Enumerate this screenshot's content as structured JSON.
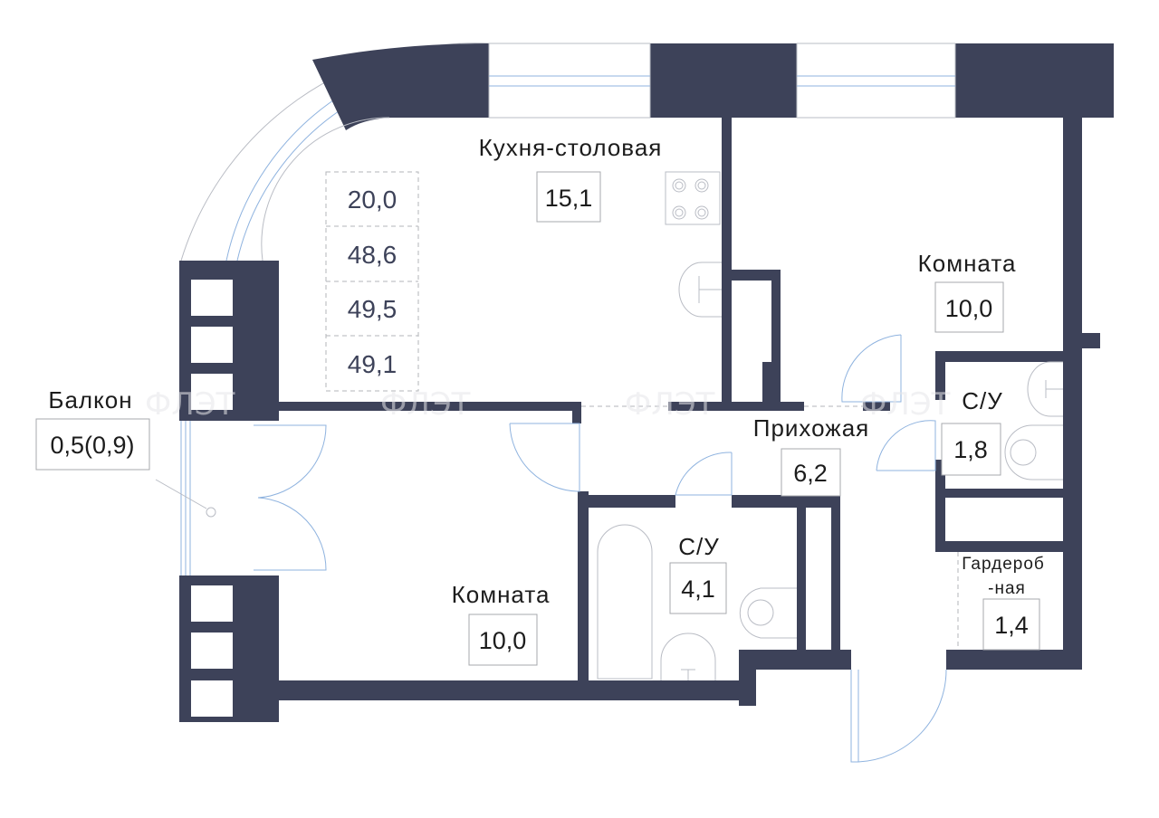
{
  "plan": {
    "rooms": {
      "kitchen": {
        "name": "Кухня-столовая",
        "area": "15,1"
      },
      "room_top": {
        "name": "Комната",
        "area": "10,0"
      },
      "room_bottom": {
        "name": "Комната",
        "area": "10,0"
      },
      "balcony": {
        "name": "Балкон",
        "area": "0,5(0,9)"
      },
      "hallway": {
        "name": "Прихожая",
        "area": "6,2"
      },
      "bath_small": {
        "name": "С/У",
        "area": "1,8"
      },
      "bath_large": {
        "name": "С/У",
        "area": "4,1"
      },
      "wardrobe": {
        "name_line1": "Гардероб",
        "name_line2": "-ная",
        "area": "1,4"
      }
    },
    "summary": [
      "20,0",
      "48,6",
      "49,5",
      "49,1"
    ],
    "watermark": "ФЛЭТ",
    "colors": {
      "wall": "#3d4259",
      "window": "#8fb3df"
    }
  }
}
